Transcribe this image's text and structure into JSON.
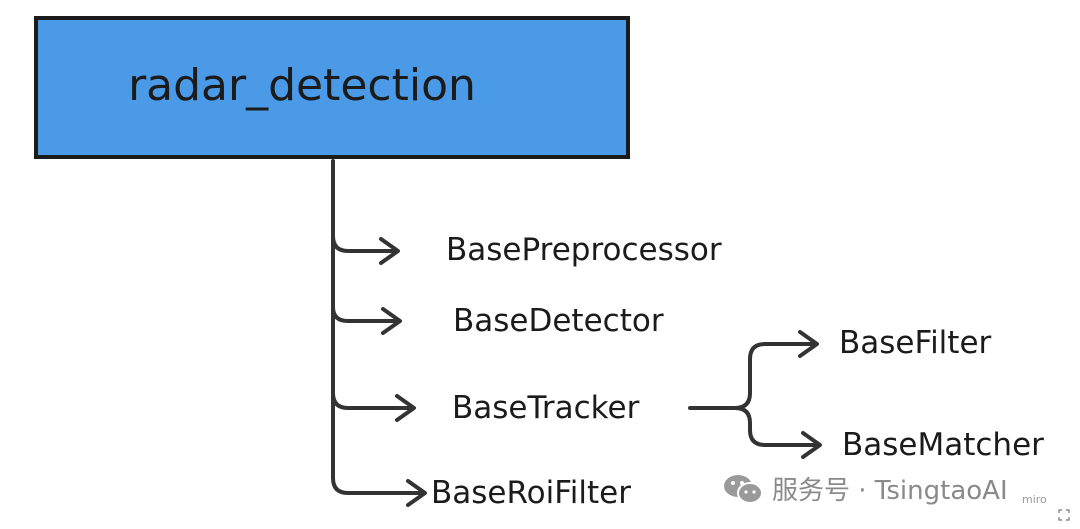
{
  "root": {
    "label": "radar_detection"
  },
  "children": [
    {
      "id": "preprocessor",
      "label": "BasePreprocessor"
    },
    {
      "id": "detector",
      "label": "BaseDetector"
    },
    {
      "id": "tracker",
      "label": "BaseTracker",
      "children": [
        {
          "id": "filter",
          "label": "BaseFilter"
        },
        {
          "id": "matcher",
          "label": "BaseMatcher"
        }
      ]
    },
    {
      "id": "roifilter",
      "label": "BaseRoiFilter"
    }
  ],
  "watermark": {
    "text": "服务号 · TsingtaoAI",
    "icon": "wechat-icon"
  },
  "brand": {
    "text": "miro"
  },
  "colors": {
    "root_fill": "#4a9ae8",
    "stroke": "#333333"
  }
}
